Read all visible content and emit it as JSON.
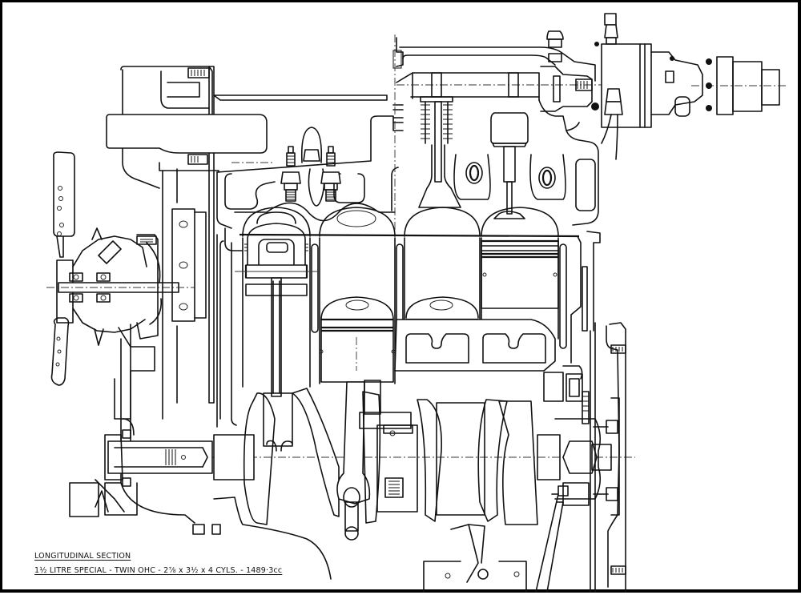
{
  "drawing": {
    "type": "engineering-line-drawing",
    "subject": "engine-longitudinal-section",
    "line_color": "#111111",
    "background_color": "#ffffff",
    "border_color": "#000000"
  },
  "caption": {
    "title": "LONGITUDINAL SECTION",
    "spec": "1½ LITRE SPECIAL - TWIN OHC - 2⅞ x 3½ x 4 CYLS. - 1489·3cc"
  }
}
